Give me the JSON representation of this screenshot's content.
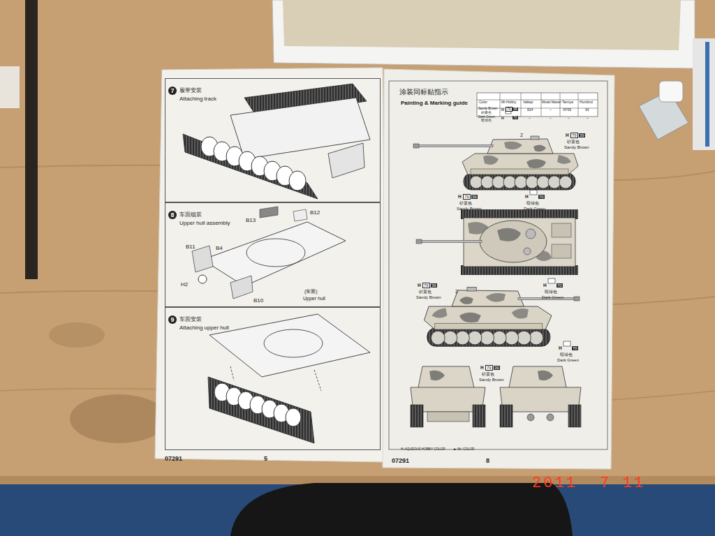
{
  "diagram": {
    "nodes": [
      {
        "text": [
          "07291",
          "5"
        ]
      },
      {
        "text": [
          "7",
          "履带安装",
          "Attaching track"
        ],
        "in": 0
      },
      {
        "text": [
          "8",
          "车面组装",
          "Upper hull assembly"
        ],
        "in": 0
      },
      {
        "text": [
          "9",
          "车面安装",
          "Attaching upper hull"
        ],
        "in": 0
      },
      {
        "text": [
          "涂装同标贴指示",
          "Painting & Marking guide",
          "07291",
          "8"
        ]
      }
    ],
    "labels": [
      "B13",
      "B12",
      "B11",
      "B4",
      "H2",
      "B10",
      "(车面)",
      "Upper hull",
      "Color",
      "Mr.Hobby",
      "Vallejo",
      "Model Master",
      "Tamiya",
      "Humbrol",
      "Sandy Brown",
      "砂黄色",
      "H",
      "79",
      "39",
      "824",
      "–",
      "XF59",
      "93",
      "Dark Green",
      "暗绿色",
      "H",
      "70",
      "–",
      "–",
      "–",
      "–",
      "2",
      "H",
      "79",
      "39",
      "砂黄色",
      "Sandy Brown",
      "H",
      "79",
      "39",
      "砂黄色",
      "Sandy Brown",
      "H",
      "70",
      "暗绿色",
      "Dark Green",
      "2",
      "H",
      "79",
      "39",
      "砂黄色",
      "Sandy Brown",
      "H",
      "70",
      "暗绿色",
      "Dark Green",
      "H",
      "79",
      "39",
      "砂黄色",
      "Sandy Brown",
      "H",
      "70",
      "暗绿色",
      "Dark Green",
      "H: AQUEOUS HOBBY COLOR",
      "■: Mr. COLOR",
      "2011  7 11"
    ]
  }
}
